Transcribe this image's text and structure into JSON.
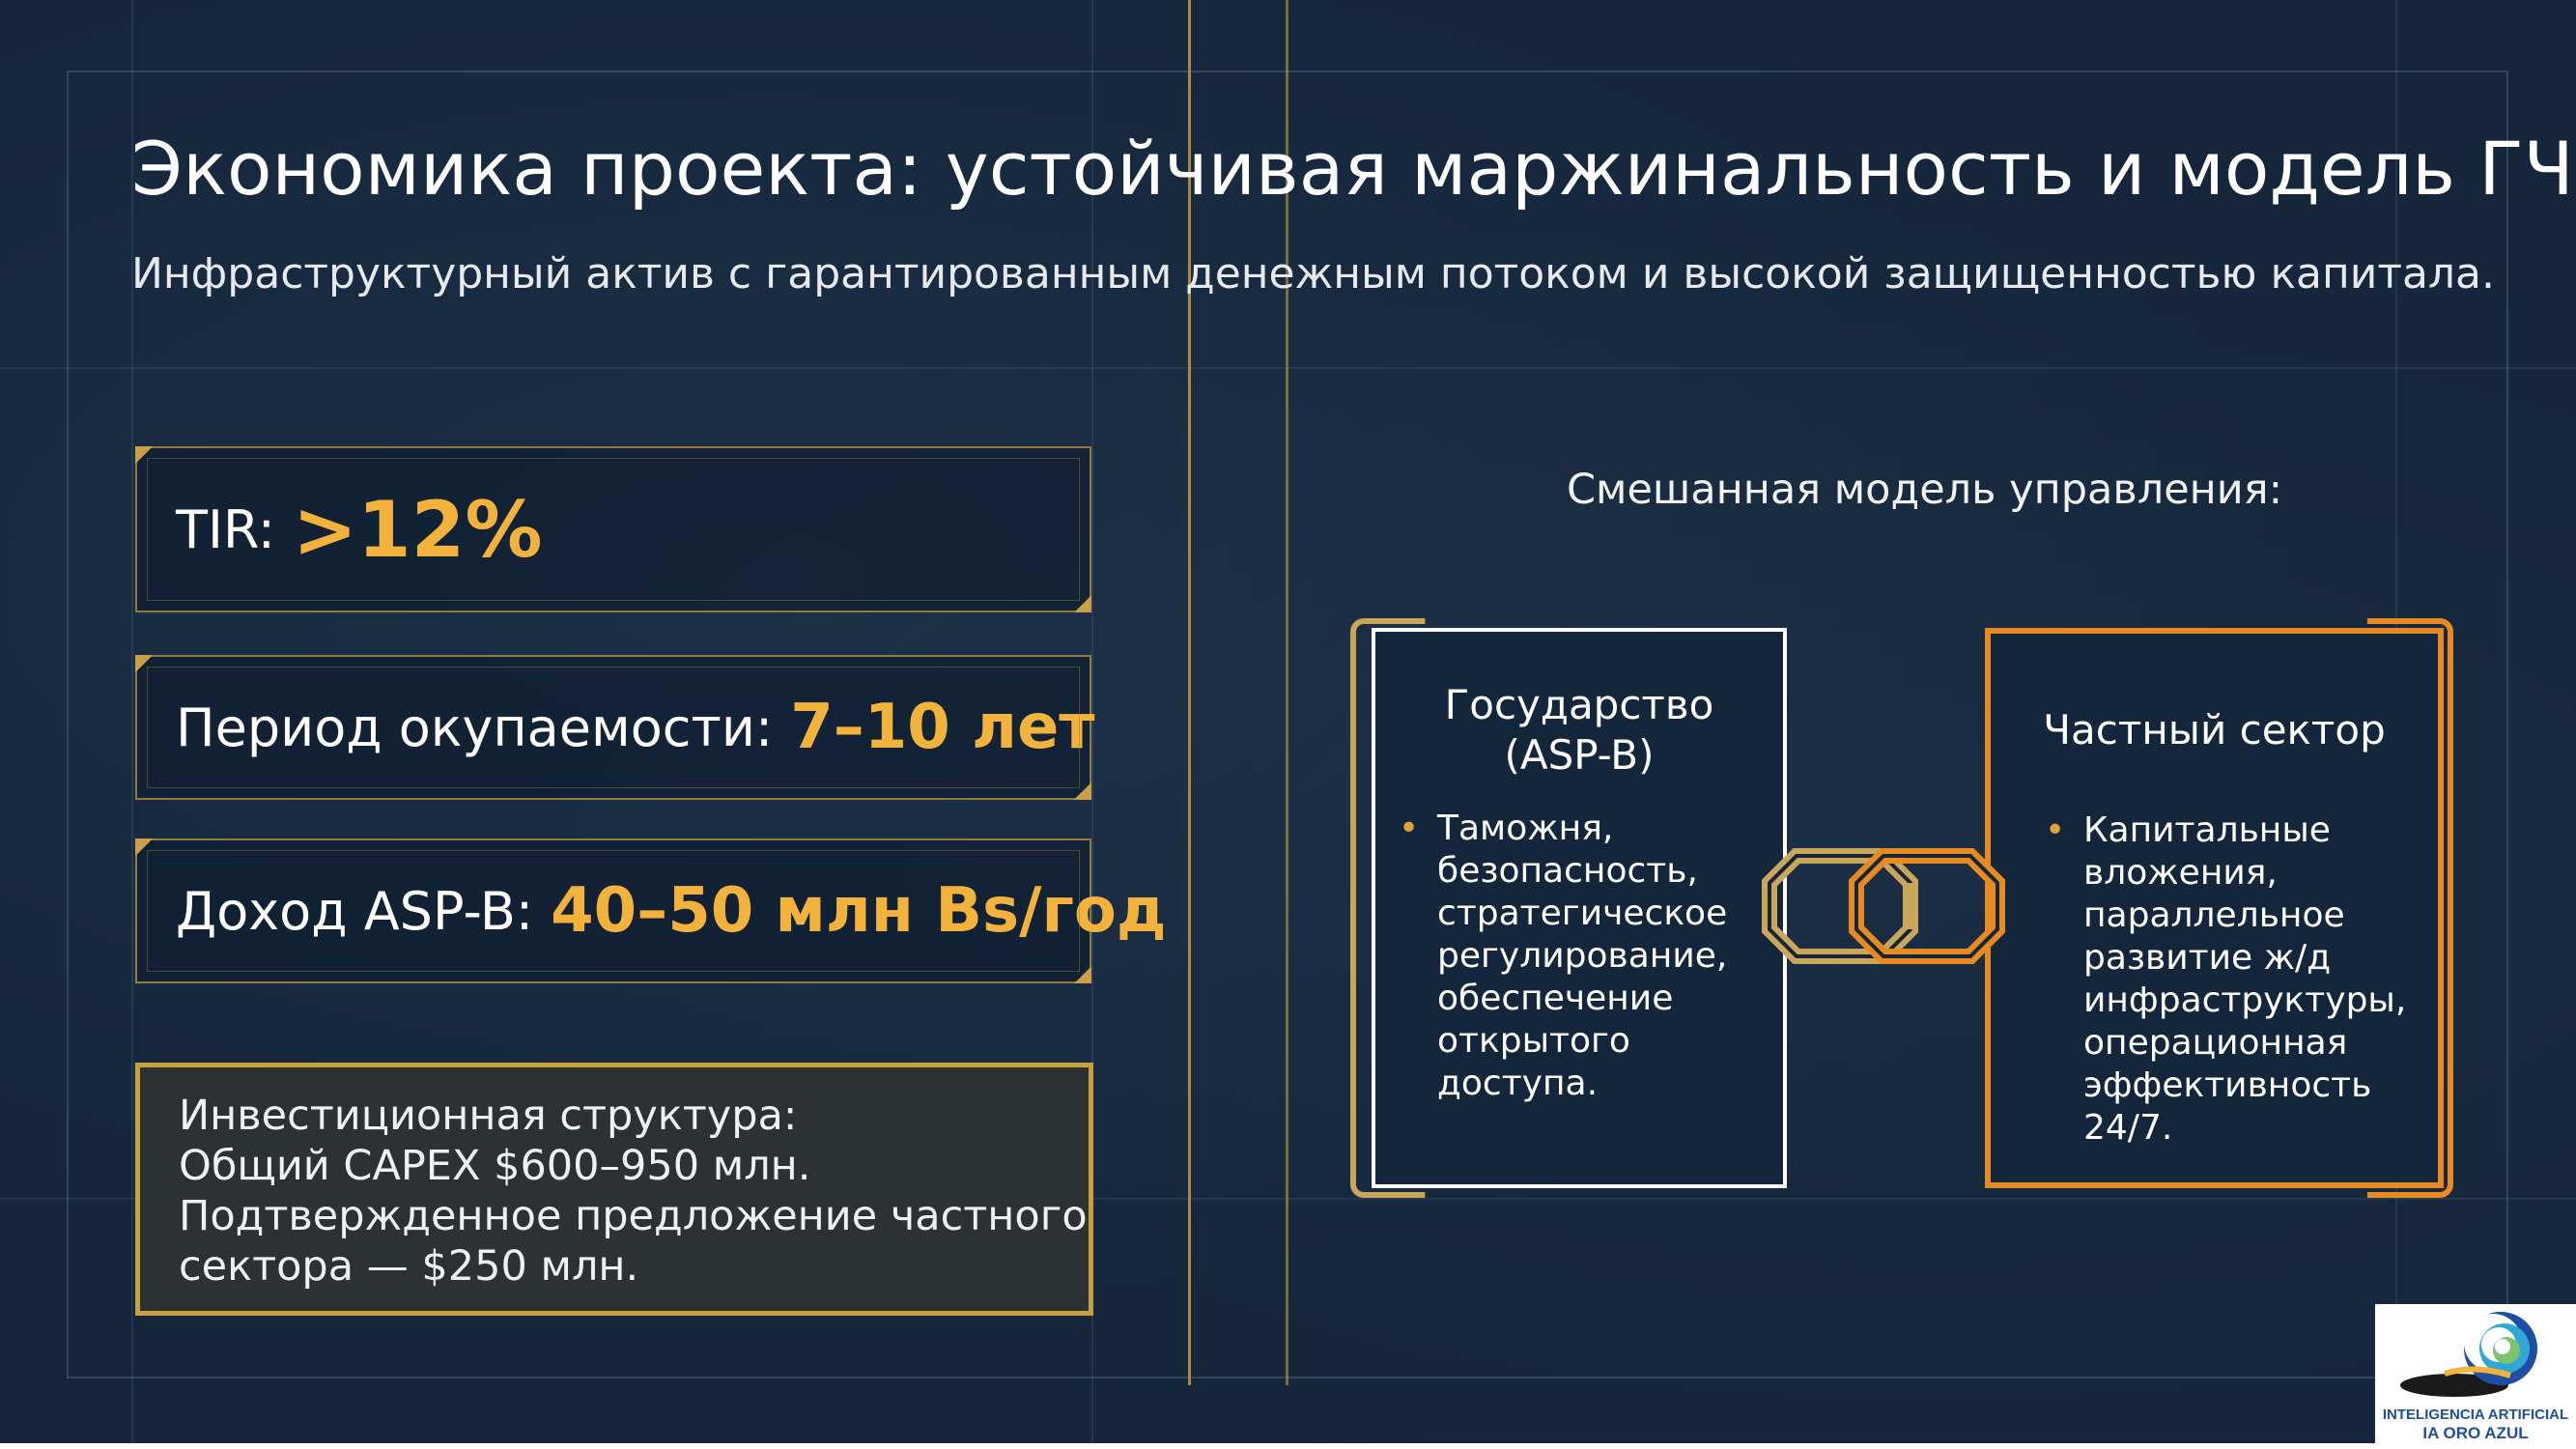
{
  "slide": {
    "title": "Экономика проекта: устойчивая маржинальность и модель ГЧП",
    "subtitle": "Инфраструктурный актив с гарантированным денежным потоком и высокой защищенностью капитала."
  },
  "metrics": [
    {
      "label": "TIR:",
      "value": ">12%"
    },
    {
      "label": "Период окупаемости:",
      "value": "7–10 лет"
    },
    {
      "label": "Доход ASP-B:",
      "value": "40–50 млн Bs/год"
    }
  ],
  "investment": {
    "lines": [
      "Инвестиционная структура:",
      "Общий CAPEX $600–950 млн.",
      "Подтвержденное предложение частного",
      "сектора — $250 млн."
    ]
  },
  "governance": {
    "title": "Смешанная модель управления:",
    "state": {
      "title_lines": [
        "Государство",
        "(ASP-B)"
      ],
      "bullet_lines": [
        "Таможня,",
        "безопасность,",
        "стратегическое",
        "регулирование,",
        "обеспечение",
        "открытого",
        "доступа."
      ]
    },
    "private": {
      "title": "Частный сектор",
      "bullet_lines": [
        "Капитальные",
        "вложения,",
        "параллельное",
        "развитие ж/д",
        "инфраструктуры,",
        "операционная",
        "эффективность",
        "24/7."
      ]
    },
    "link_icon": "chain-link-icon"
  },
  "logo": {
    "line1": "INTELIGENCIA ARTIFICIAL",
    "line2": "IA ORO AZUL"
  },
  "colors": {
    "background": "#15263b",
    "gold": "#f2b23b",
    "orange": "#e88a22",
    "frame_gold": "#c8a03f"
  }
}
